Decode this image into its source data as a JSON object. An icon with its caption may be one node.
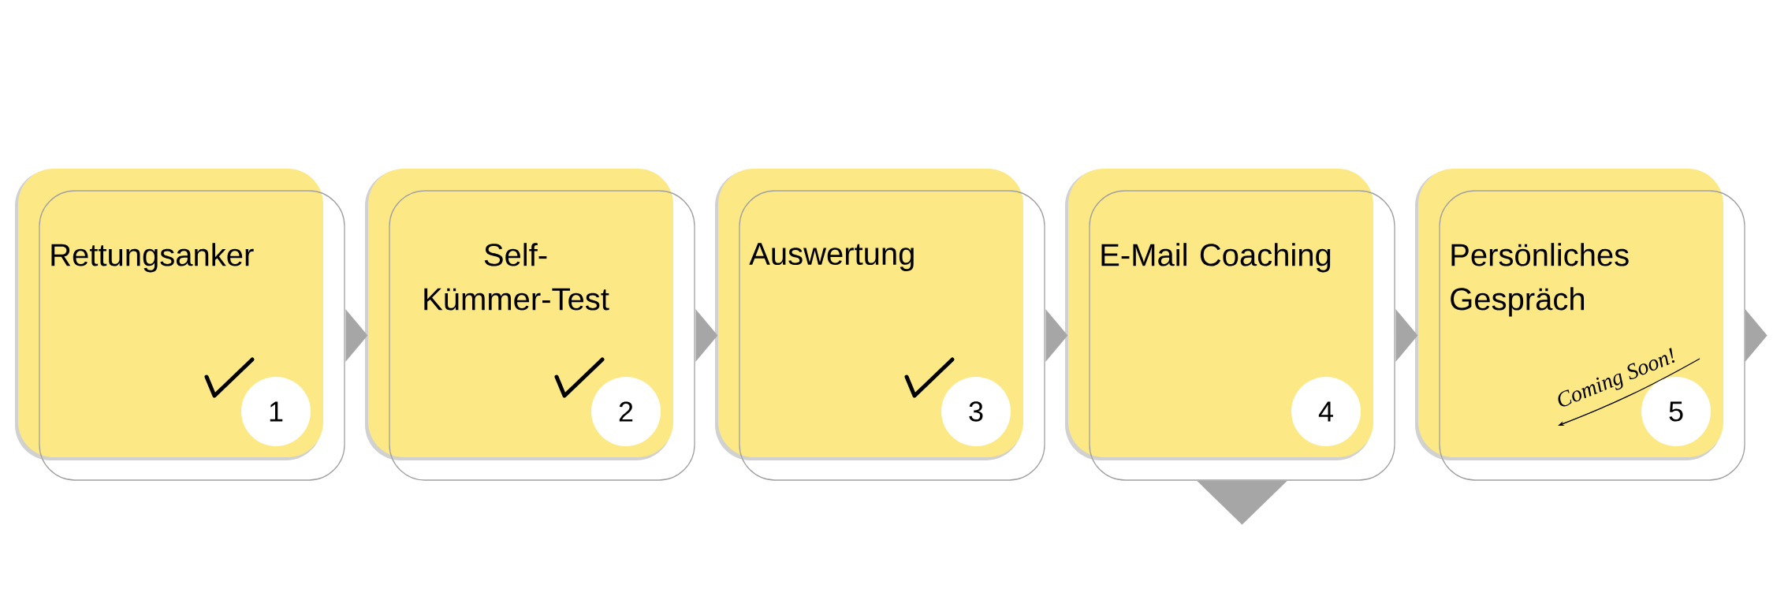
{
  "diagram": {
    "nodes": [
      {
        "text": [
          "Rettungsanker",
          "1"
        ]
      },
      {
        "text": [
          "Self-Kümmer-Test",
          "2"
        ]
      },
      {
        "text": [
          "Auswertung",
          "3"
        ]
      },
      {
        "text": [
          "E-Mail Coaching",
          "4"
        ]
      },
      {
        "text": [
          "Persönliches Gespräch",
          "Coming Soon!",
          "5"
        ]
      }
    ],
    "edges": [
      {
        "from": 0,
        "to": 1,
        "arrow": "to"
      },
      {
        "from": 1,
        "to": 2,
        "arrow": "to"
      },
      {
        "from": 2,
        "to": 3,
        "arrow": "to"
      },
      {
        "from": 3,
        "to": 4,
        "arrow": "to"
      },
      {
        "from": 4,
        "to": null,
        "arrow": "to"
      },
      {
        "from": 3,
        "to": null,
        "arrow": "to"
      }
    ]
  }
}
